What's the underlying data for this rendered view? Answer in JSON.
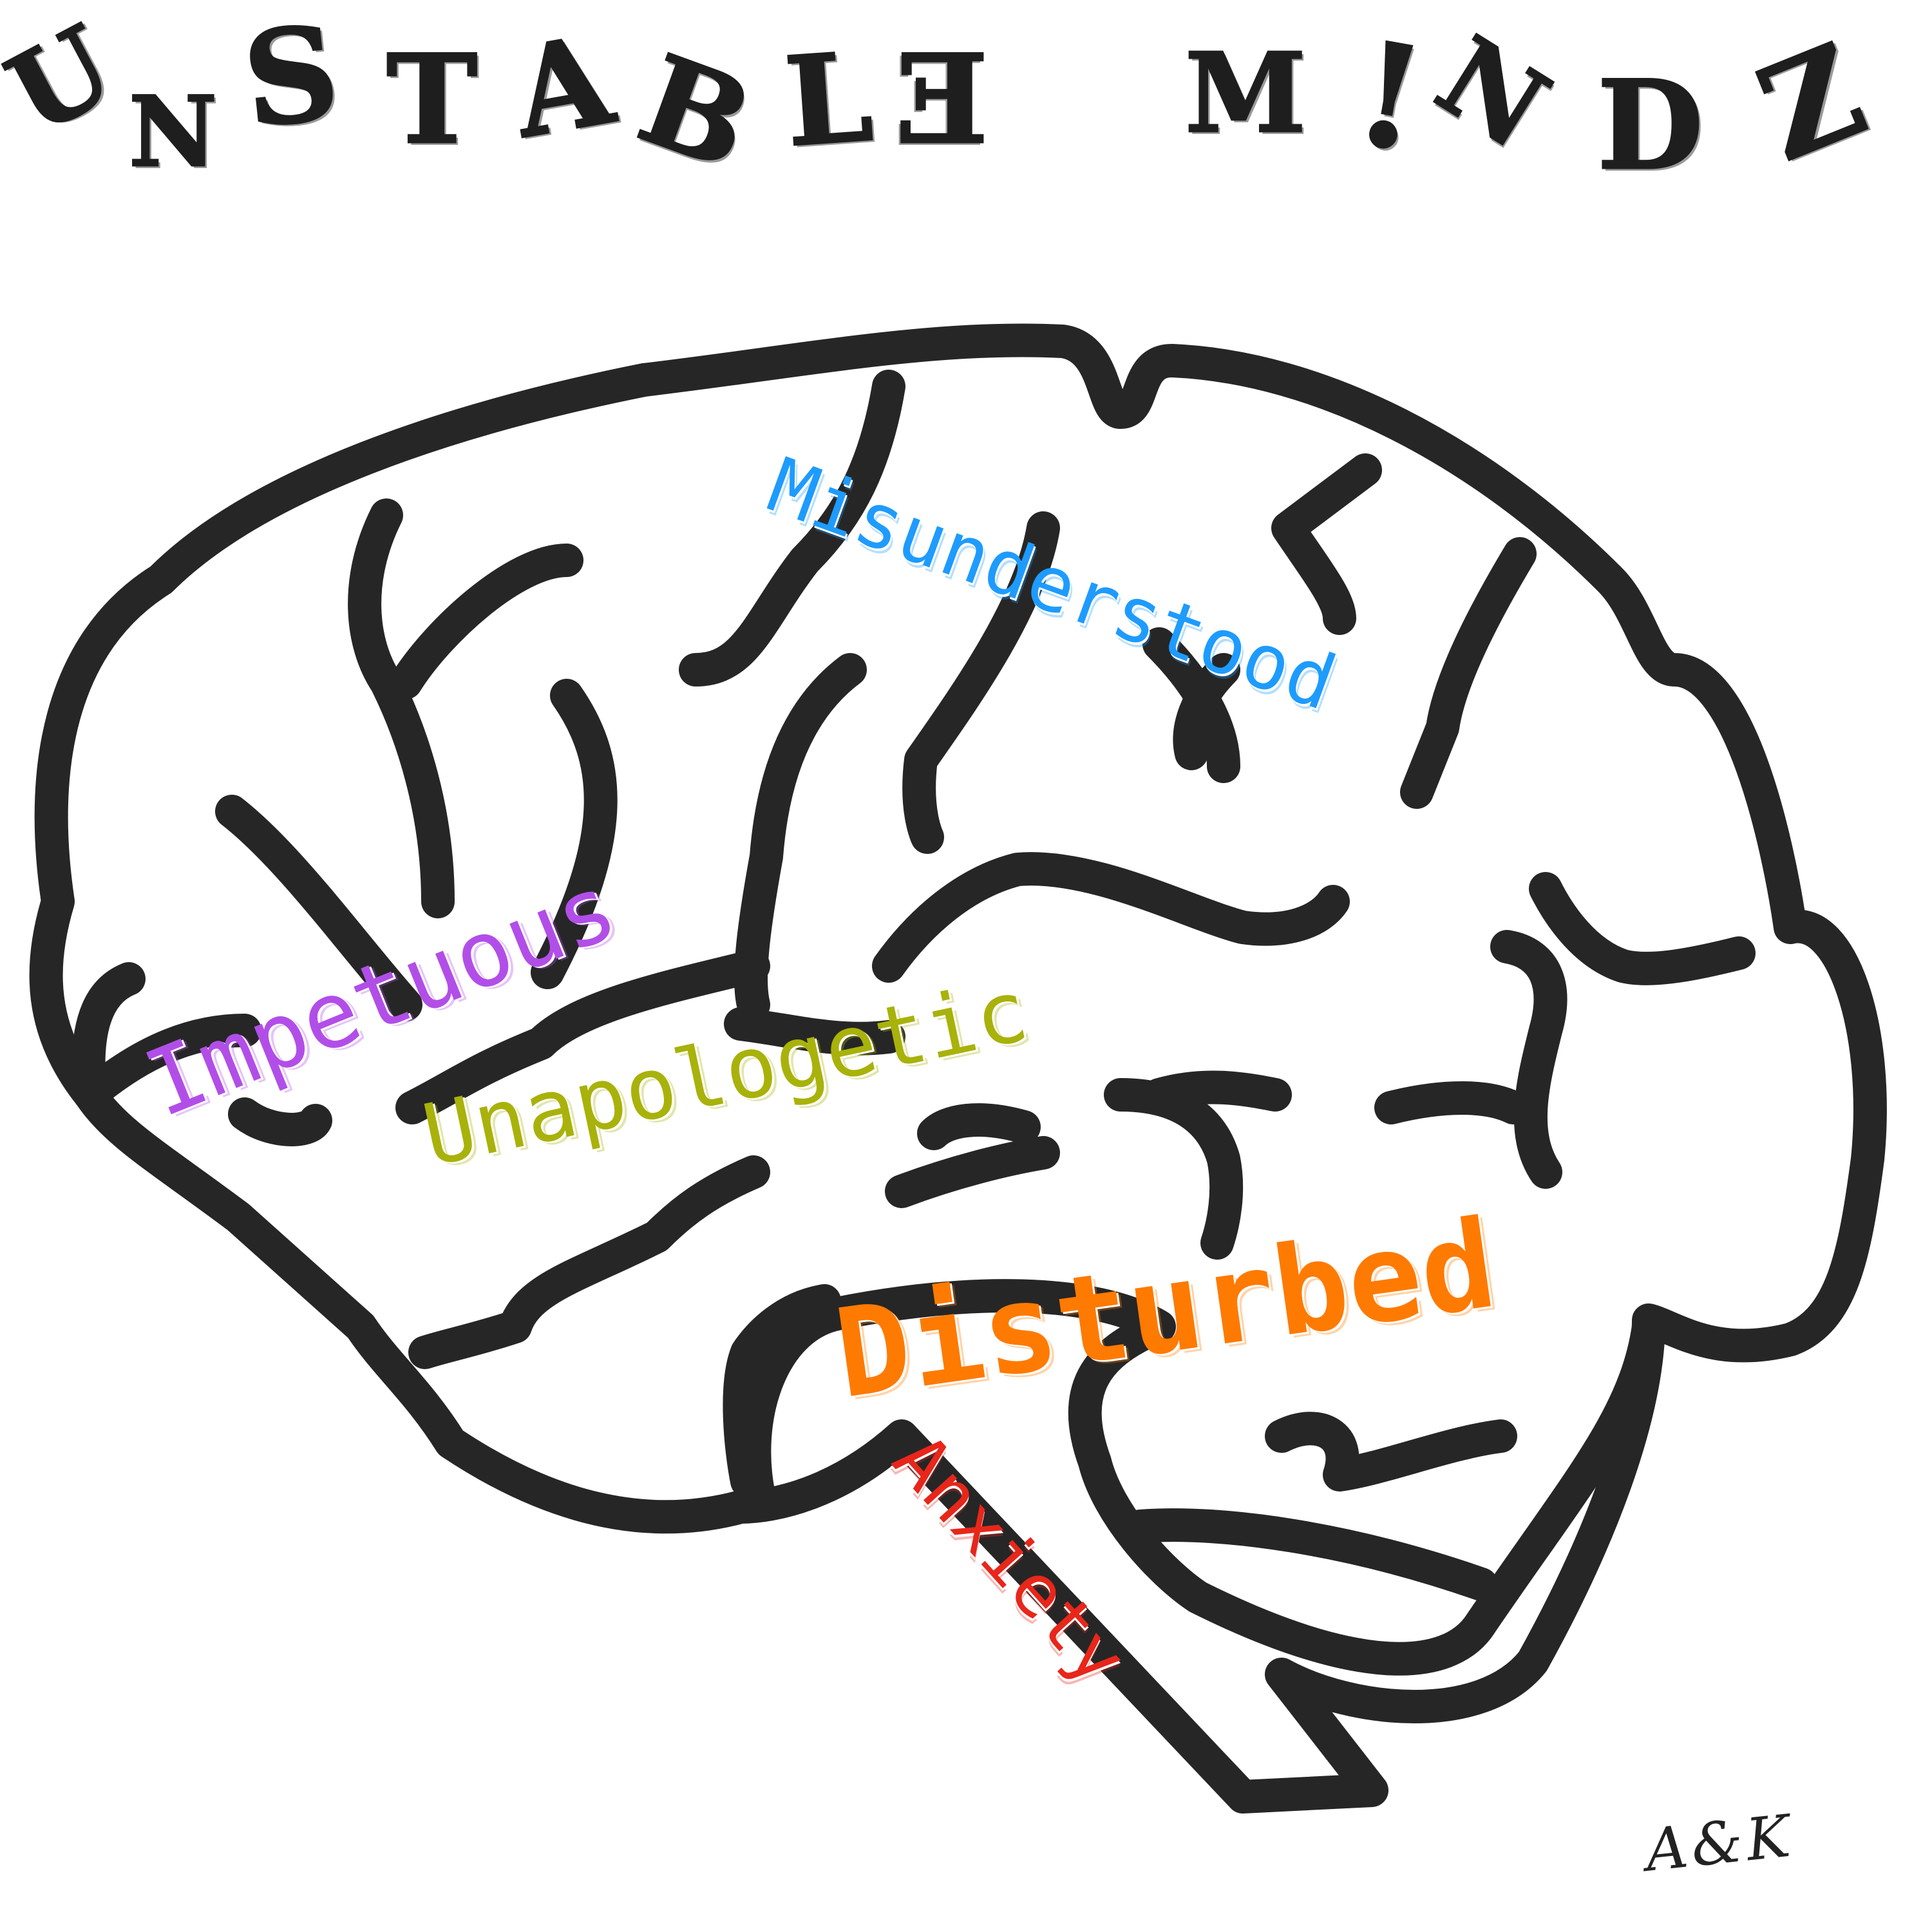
{
  "title": {
    "word1": "UNSTABLE",
    "word2": "M!NDZ"
  },
  "words": {
    "misunderstood": {
      "text": "Misunderstood",
      "color": "#1e9bff"
    },
    "impetuous": {
      "text": "Impetuous",
      "color": "#b24ee8"
    },
    "unapologetic": {
      "text": "Unapologetic",
      "color": "#a8b20a"
    },
    "disturbed": {
      "text": "Disturbed",
      "color": "#ff7a00"
    },
    "anxiety": {
      "text": "Anxiety",
      "color": "#e8261a"
    }
  },
  "signature": "A&K",
  "colors": {
    "outline": "#262626",
    "background": "#ffffff",
    "title": "#1e1e1e"
  }
}
